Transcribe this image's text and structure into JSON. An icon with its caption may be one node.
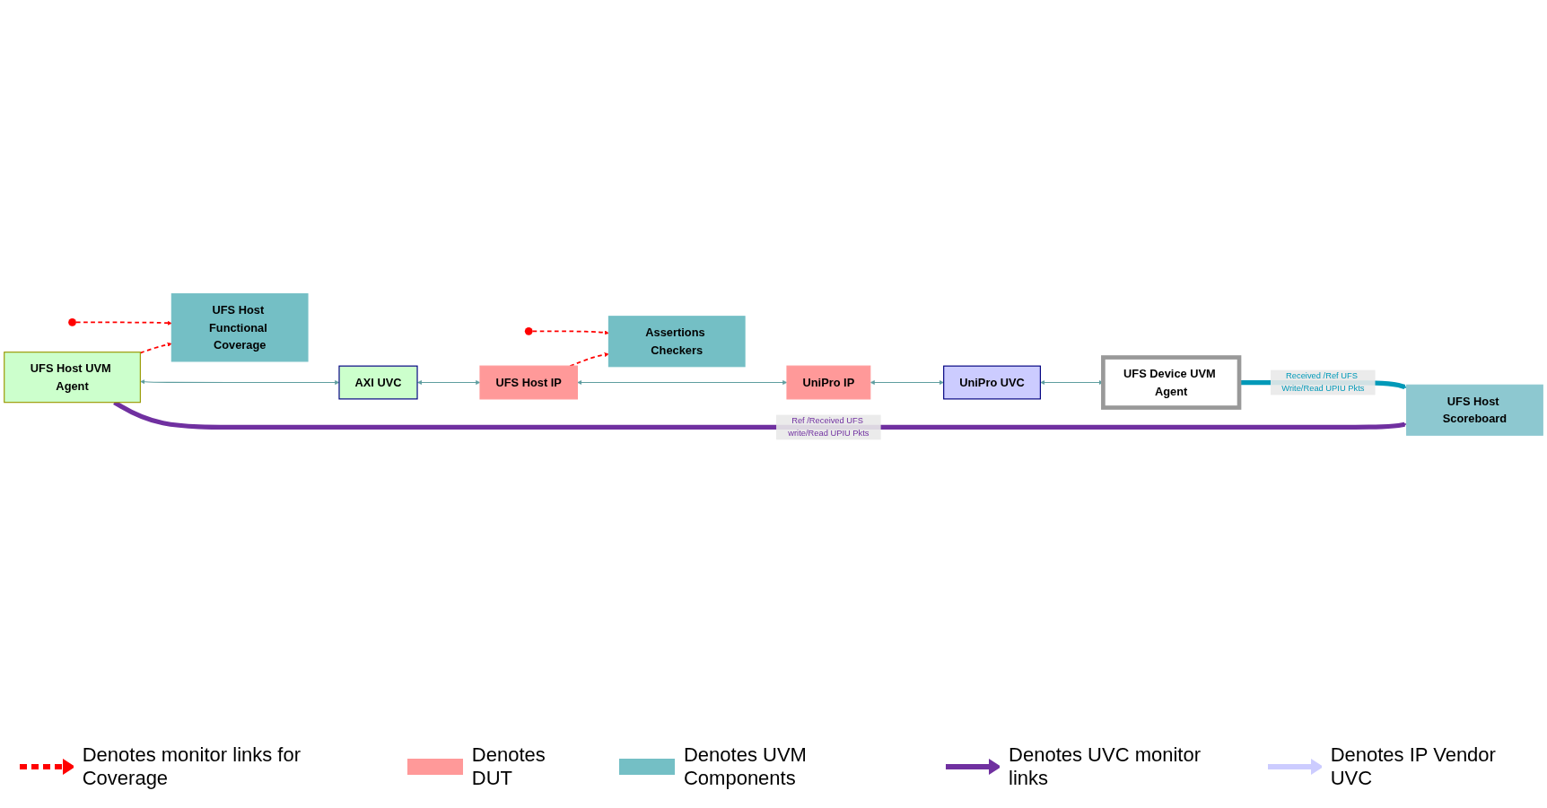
{
  "diagram": {
    "nodes": [
      {
        "text": [
          "UFS Host UVM Agent"
        ]
      },
      {
        "text": [
          "AXI UVC"
        ]
      },
      {
        "text": [
          "UFS Host IP"
        ]
      },
      {
        "text": [
          "UniPro IP"
        ]
      },
      {
        "text": [
          "UniPro UVC"
        ]
      },
      {
        "text": [
          "UFS Device UVM Agent"
        ]
      },
      {
        "text": [
          "Assertions Checkers"
        ]
      },
      {
        "text": [
          "UFS Host Functional Coverage"
        ]
      },
      {
        "text": [
          "UFS Host Scoreboard"
        ]
      }
    ],
    "edges": [
      {
        "from": 0,
        "to": 1,
        "arrow": "both"
      },
      {
        "from": 1,
        "to": 2,
        "arrow": "both"
      },
      {
        "from": 2,
        "to": 3,
        "arrow": "both"
      },
      {
        "from": 3,
        "to": 4,
        "arrow": "both"
      },
      {
        "from": 4,
        "to": 5,
        "arrow": "both"
      },
      {
        "from": 2,
        "to": 6,
        "arrow": "to",
        "style": "dashed",
        "color": "#ff0000"
      },
      {
        "from": null,
        "to": 6,
        "arrow": "to",
        "style": "dashed",
        "color": "#ff0000"
      },
      {
        "from": 0,
        "to": 7,
        "arrow": "to",
        "style": "dashed",
        "color": "#ff0000"
      },
      {
        "from": null,
        "to": 7,
        "arrow": "to",
        "style": "dashed",
        "color": "#ff0000"
      },
      {
        "from": 0,
        "to": 8,
        "arrow": "to",
        "style": "thick",
        "color": "#7030a0",
        "label": "Ref /Received UFS write/Read UPIU Pkts"
      },
      {
        "from": 5,
        "to": 8,
        "arrow": "to",
        "style": "thick",
        "color": "#0099b8",
        "label": "Received /Ref UFS Write/Read UPIU Pkts"
      }
    ],
    "legend": [
      {
        "text": "Denotes monitor links for Coverage"
      },
      {
        "text": "Denotes DUT",
        "color": "#ff9999"
      },
      {
        "text": "Denotes UVM Components",
        "color": "#74bfc5"
      },
      {
        "text": "Denotes UVC monitor links"
      },
      {
        "text": "Denotes IP Vendor UVC"
      }
    ]
  }
}
